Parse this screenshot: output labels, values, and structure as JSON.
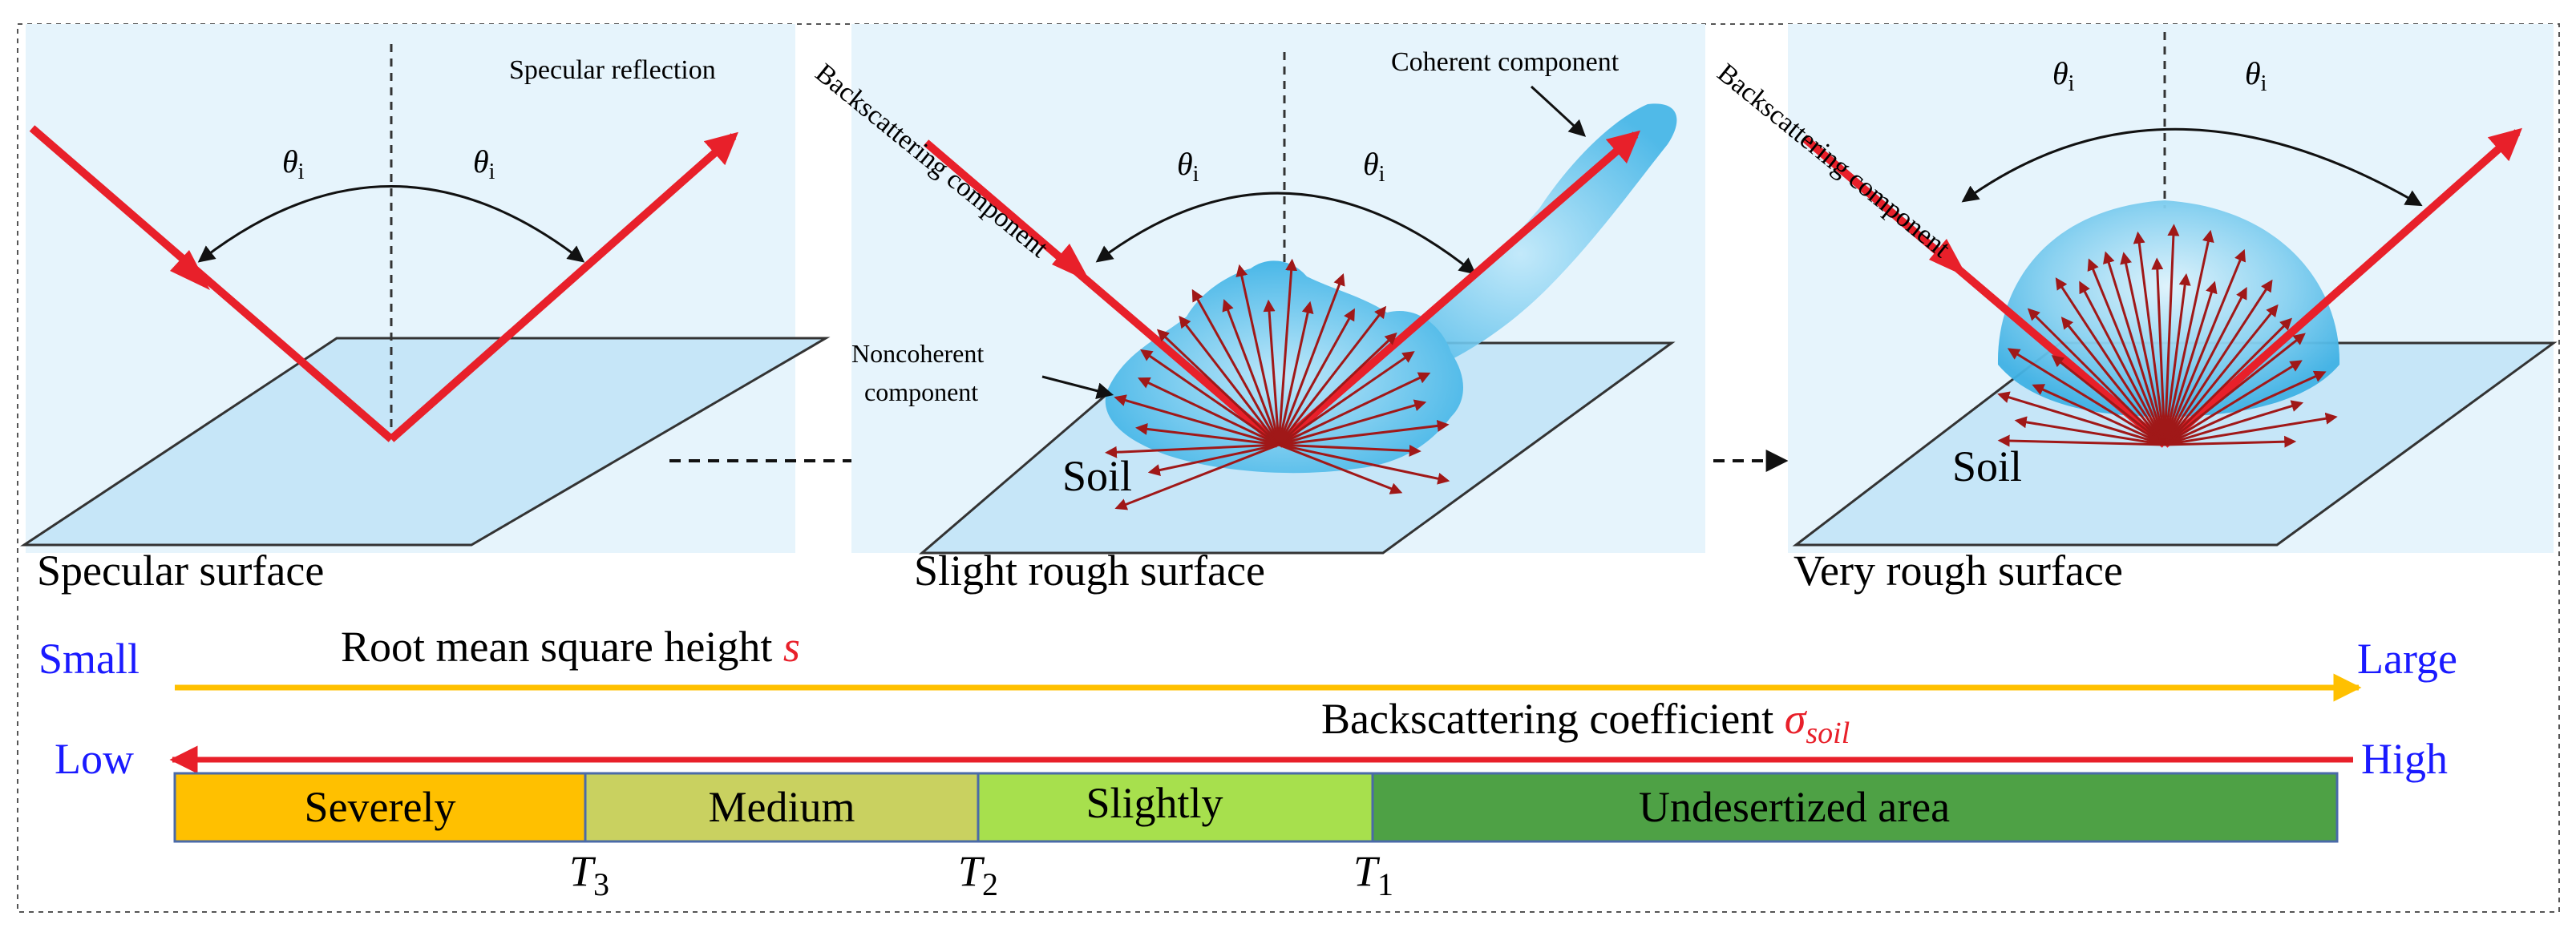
{
  "panels": [
    {
      "caption": "Specular surface",
      "theta_left": "θ",
      "theta_right": "θ",
      "theta_sub": "i",
      "annotation_specular": "Specular reflection"
    },
    {
      "caption": "Slight rough surface",
      "theta_left": "θ",
      "theta_right": "θ",
      "theta_sub": "i",
      "annotation_backscatter": "Backscattering component",
      "annotation_coherent": "Coherent component",
      "annotation_noncoherent_1": "Noncoherent",
      "annotation_noncoherent_2": "component",
      "soil_label": "Soil"
    },
    {
      "caption": "Very rough surface",
      "theta_left": "θ",
      "theta_right": "θ",
      "theta_sub": "i",
      "annotation_backscatter": "Backscattering component",
      "soil_label": "Soil"
    }
  ],
  "scale": {
    "rms_label": "Root mean square height ",
    "rms_symbol": "s",
    "left_small": "Small",
    "right_large": "Large",
    "backscatter_label": "Backscattering coefficient ",
    "backscatter_symbol": "σ",
    "backscatter_sub": "soil",
    "left_low": "Low",
    "right_high": "High"
  },
  "categories": [
    {
      "label": "Severely",
      "color": "#ffc000"
    },
    {
      "label": "Medium",
      "color": "#c9d160"
    },
    {
      "label": "Slightly",
      "color": "#a7e04d"
    },
    {
      "label": "Undesertized area",
      "color": "#4ea145"
    }
  ],
  "thresholds": [
    {
      "letter": "T",
      "sub": "3"
    },
    {
      "letter": "T",
      "sub": "2"
    },
    {
      "letter": "T",
      "sub": "1"
    }
  ],
  "colors": {
    "panel_bg": "#e6f4fc",
    "plane_fill": "#c6e6f8",
    "ray_red": "#e8202a",
    "arrow_dark_red": "#a01818",
    "lobe_blue": "#45b8e8",
    "axis_orange": "#ffc000",
    "blue_text": "#1a1aff"
  }
}
